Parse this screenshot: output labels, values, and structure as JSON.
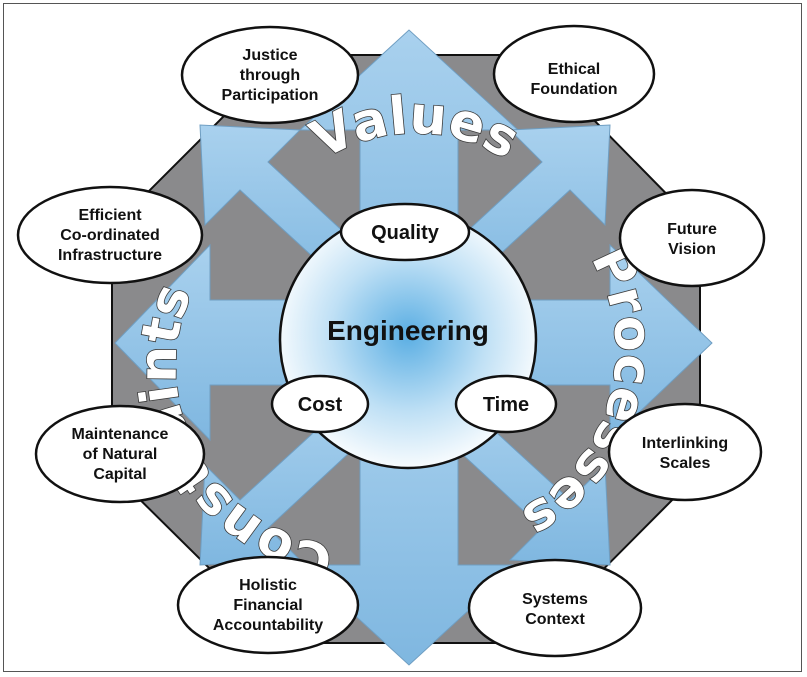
{
  "center": {
    "label": "Engineering"
  },
  "core": {
    "quality": "Quality",
    "cost": "Cost",
    "time": "Time"
  },
  "rings": {
    "values": "Values",
    "processes": "Processes",
    "constraints": "Constraints"
  },
  "outer": {
    "justice": [
      "Justice",
      "through",
      "Participation"
    ],
    "ethical": [
      "Ethical",
      "Foundation"
    ],
    "efficient": [
      "Efficient",
      "Co-ordinated",
      "Infrastructure"
    ],
    "future": [
      "Future",
      "Vision"
    ],
    "maintenance": [
      "Maintenance",
      "of Natural",
      "Capital"
    ],
    "interlinking": [
      "Interlinking",
      "Scales"
    ],
    "holistic": [
      "Holistic",
      "Financial",
      "Accountability"
    ],
    "systems": [
      "Systems",
      "Context"
    ]
  },
  "colors": {
    "octagon": "#8a8a8c",
    "arrow": "#9cc7e8",
    "sphere_center": "#5aaee3",
    "outline": "#111111"
  }
}
